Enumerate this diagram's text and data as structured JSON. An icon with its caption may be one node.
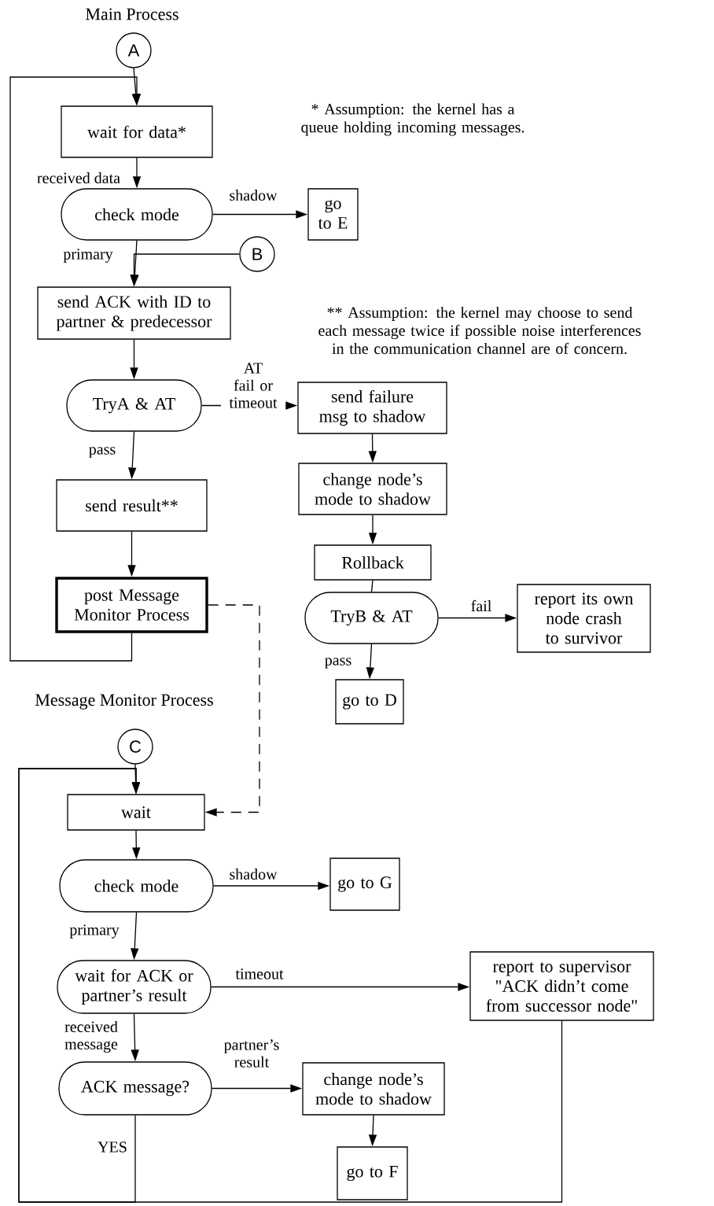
{
  "diagram": {
    "nodes": [
      {
        "text": [
          "A"
        ]
      },
      {
        "text": [
          "wait for data*"
        ]
      },
      {
        "text": [
          "check mode"
        ]
      },
      {
        "text": [
          "go to E"
        ]
      },
      {
        "text": [
          "B"
        ]
      },
      {
        "text": [
          "send ACK with ID to partner & predecessor"
        ]
      },
      {
        "text": [
          "TryA & AT"
        ]
      },
      {
        "text": [
          "send failure msg to shadow"
        ]
      },
      {
        "text": [
          "send result**"
        ]
      },
      {
        "text": [
          "post Message Monitor Process"
        ]
      },
      {
        "text": [
          "change node’s mode to shadow"
        ]
      },
      {
        "text": [
          "Rollback"
        ]
      },
      {
        "text": [
          "TryB & AT"
        ]
      },
      {
        "text": [
          "report its own node crash to survivor"
        ]
      },
      {
        "text": [
          "go to D"
        ]
      },
      {
        "text": [
          "C"
        ]
      },
      {
        "text": [
          "wait"
        ]
      },
      {
        "text": [
          "check mode"
        ]
      },
      {
        "text": [
          "go to G"
        ]
      },
      {
        "text": [
          "wait for ACK or partner’s result"
        ]
      },
      {
        "text": [
          "report to supervisor \"ACK didn’t come from successor node\""
        ]
      },
      {
        "text": [
          "ACK message?"
        ]
      },
      {
        "text": [
          "change node’s mode to shadow"
        ]
      },
      {
        "text": [
          "go to F"
        ]
      }
    ],
    "edges": [
      {
        "from": 0,
        "to": 1,
        "arrow": "to"
      },
      {
        "from": 9,
        "to": 1,
        "arrow": "to"
      },
      {
        "from": 1,
        "to": 2,
        "arrow": "to",
        "label": "received data"
      },
      {
        "from": 2,
        "to": 3,
        "arrow": "to",
        "label": "shadow"
      },
      {
        "from": 2,
        "to": 5,
        "arrow": "to",
        "label": "primary"
      },
      {
        "from": 4,
        "to": 5,
        "arrow": "to"
      },
      {
        "from": 5,
        "to": 6,
        "arrow": "to"
      },
      {
        "from": 6,
        "to": 7,
        "arrow": "to",
        "label": "AT fail or timeout"
      },
      {
        "from": 6,
        "to": 8,
        "arrow": "to",
        "label": "pass"
      },
      {
        "from": 7,
        "to": 10,
        "arrow": "to"
      },
      {
        "from": 8,
        "to": 9,
        "arrow": "to"
      },
      {
        "from": 10,
        "to": 11,
        "arrow": "to"
      },
      {
        "from": 11,
        "to": 12,
        "arrow": "none"
      },
      {
        "from": 12,
        "to": 13,
        "arrow": "to",
        "label": "fail"
      },
      {
        "from": 12,
        "to": 14,
        "arrow": "to",
        "label": "pass"
      },
      {
        "from": 9,
        "to": 16,
        "arrow": "to",
        "style": "dashed"
      },
      {
        "from": 15,
        "to": 16,
        "arrow": "to"
      },
      {
        "from": 16,
        "to": 17,
        "arrow": "to"
      },
      {
        "from": 17,
        "to": 18,
        "arrow": "to",
        "label": "shadow"
      },
      {
        "from": 17,
        "to": 19,
        "arrow": "to",
        "label": "primary"
      },
      {
        "from": 19,
        "to": 20,
        "arrow": "to",
        "label": "timeout"
      },
      {
        "from": 19,
        "to": 21,
        "arrow": "to",
        "label": "received message"
      },
      {
        "from": 21,
        "to": 22,
        "arrow": "to",
        "label": "partner’s result"
      },
      {
        "from": 22,
        "to": 23,
        "arrow": "to"
      },
      {
        "from": 21,
        "to": 16,
        "arrow": "to",
        "label": "YES"
      },
      {
        "from": 20,
        "to": 16,
        "arrow": "to"
      }
    ],
    "labels": [
      "Main Process",
      "* Assumption: the kernel has a queue holding incoming messages.",
      "** Assumption: the kernel may choose to send each message twice if possible noise interferences in the communication channel are of concern.",
      "Message Monitor Process"
    ]
  }
}
